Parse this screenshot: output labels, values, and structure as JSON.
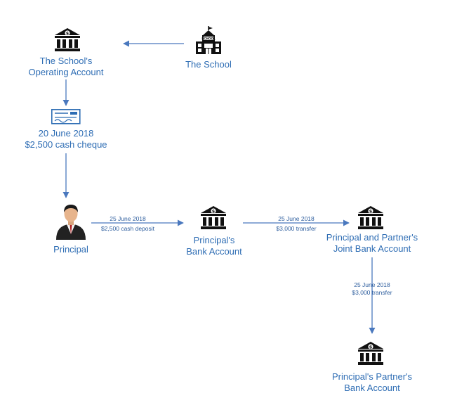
{
  "nodes": {
    "school": {
      "label": "The School",
      "icon": "school-building-icon"
    },
    "operating_account": {
      "label_line1": "The School's",
      "label_line2": "Operating Account",
      "icon": "bank-icon"
    },
    "cheque": {
      "label_line1": "20 June 2018",
      "label_line2": "$2,500 cash cheque",
      "icon": "cheque-icon"
    },
    "principal": {
      "label": "Principal",
      "icon": "person-icon"
    },
    "principal_bank": {
      "label_line1": "Principal's",
      "label_line2": "Bank Account",
      "icon": "bank-icon"
    },
    "joint_bank": {
      "label_line1": "Principal and Partner's",
      "label_line2": "Joint Bank Account",
      "icon": "bank-icon"
    },
    "partner_bank": {
      "label_line1": "Principal's Partner's",
      "label_line2": "Bank Account",
      "icon": "bank-icon"
    }
  },
  "edges": {
    "deposit": {
      "line1": "25 June 2018",
      "line2": "$2,500 cash deposit"
    },
    "transfer1": {
      "line1": "25 June 2018",
      "line2": "$3,000 transfer"
    },
    "transfer2": {
      "line1": "25 June 2018",
      "line2": "$3,000 transfer"
    }
  },
  "colors": {
    "arrow": "#4A78BE",
    "label": "#2E6DB4",
    "icon": "#111111"
  }
}
